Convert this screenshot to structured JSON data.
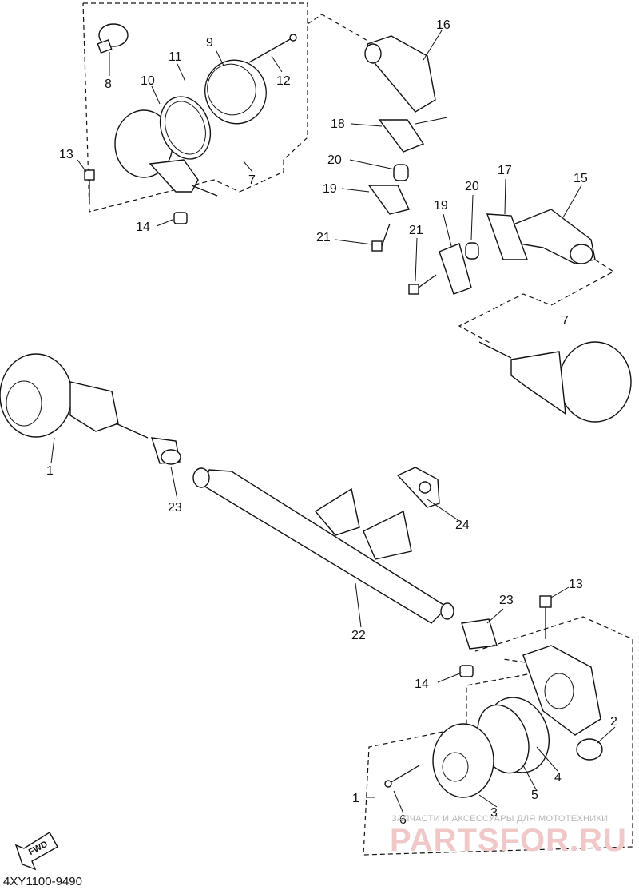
{
  "diagram": {
    "code": "4XY1100-9490",
    "fwd_label": "FWD",
    "part_labels": {
      "l1": "1",
      "l2": "2",
      "l3": "3",
      "l4": "4",
      "l5": "5",
      "l6": "6",
      "l7a": "7",
      "l7b": "7",
      "l8": "8",
      "l9": "9",
      "l10": "10",
      "l11": "11",
      "l12": "12",
      "l13a": "13",
      "l13b": "13",
      "l14a": "14",
      "l14b": "14",
      "l15": "15",
      "l16": "16",
      "l17": "17",
      "l18": "18",
      "l19a": "19",
      "l19b": "19",
      "l20a": "20",
      "l20b": "20",
      "l21a": "21",
      "l21b": "21",
      "l22": "22",
      "l23a": "23",
      "l23b": "23",
      "l24": "24"
    }
  },
  "watermark": {
    "subtitle": "ЗАПЧАСТИ И АКСЕССУАРЫ ДЛЯ МОТОТЕХНИКИ",
    "logo": "PARTSFOR.RU"
  }
}
